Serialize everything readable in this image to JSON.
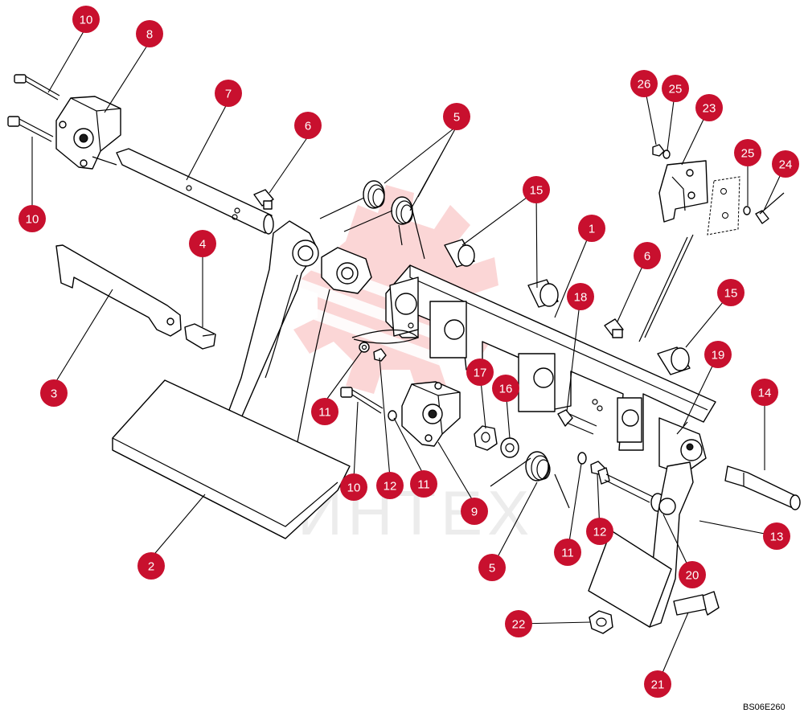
{
  "diagram": {
    "reference_code": "BS06E260",
    "watermark_text": "ИНТЕХ",
    "colors": {
      "callout": "#c8102e",
      "watermark": "#f28b8b",
      "line": "#000000"
    },
    "callouts": [
      {
        "id": "c10a",
        "label": "10"
      },
      {
        "id": "c8",
        "label": "8"
      },
      {
        "id": "c7",
        "label": "7"
      },
      {
        "id": "c6a",
        "label": "6"
      },
      {
        "id": "c5a",
        "label": "5"
      },
      {
        "id": "c10b",
        "label": "10"
      },
      {
        "id": "c4",
        "label": "4"
      },
      {
        "id": "c3",
        "label": "3"
      },
      {
        "id": "c2",
        "label": "2"
      },
      {
        "id": "c11a",
        "label": "11"
      },
      {
        "id": "c10c",
        "label": "10"
      },
      {
        "id": "c12a",
        "label": "12"
      },
      {
        "id": "c11b",
        "label": "11"
      },
      {
        "id": "c9",
        "label": "9"
      },
      {
        "id": "c17",
        "label": "17"
      },
      {
        "id": "c16",
        "label": "16"
      },
      {
        "id": "c15a",
        "label": "15"
      },
      {
        "id": "c1",
        "label": "1"
      },
      {
        "id": "c18",
        "label": "18"
      },
      {
        "id": "c6b",
        "label": "6"
      },
      {
        "id": "c15b",
        "label": "15"
      },
      {
        "id": "c26",
        "label": "26"
      },
      {
        "id": "c25a",
        "label": "25"
      },
      {
        "id": "c23",
        "label": "23"
      },
      {
        "id": "c25b",
        "label": "25"
      },
      {
        "id": "c24",
        "label": "24"
      },
      {
        "id": "c19",
        "label": "19"
      },
      {
        "id": "c14",
        "label": "14"
      },
      {
        "id": "c5b",
        "label": "5"
      },
      {
        "id": "c11c",
        "label": "11"
      },
      {
        "id": "c12b",
        "label": "12"
      },
      {
        "id": "c13",
        "label": "13"
      },
      {
        "id": "c20",
        "label": "20"
      },
      {
        "id": "c22",
        "label": "22"
      },
      {
        "id": "c21",
        "label": "21"
      }
    ]
  }
}
